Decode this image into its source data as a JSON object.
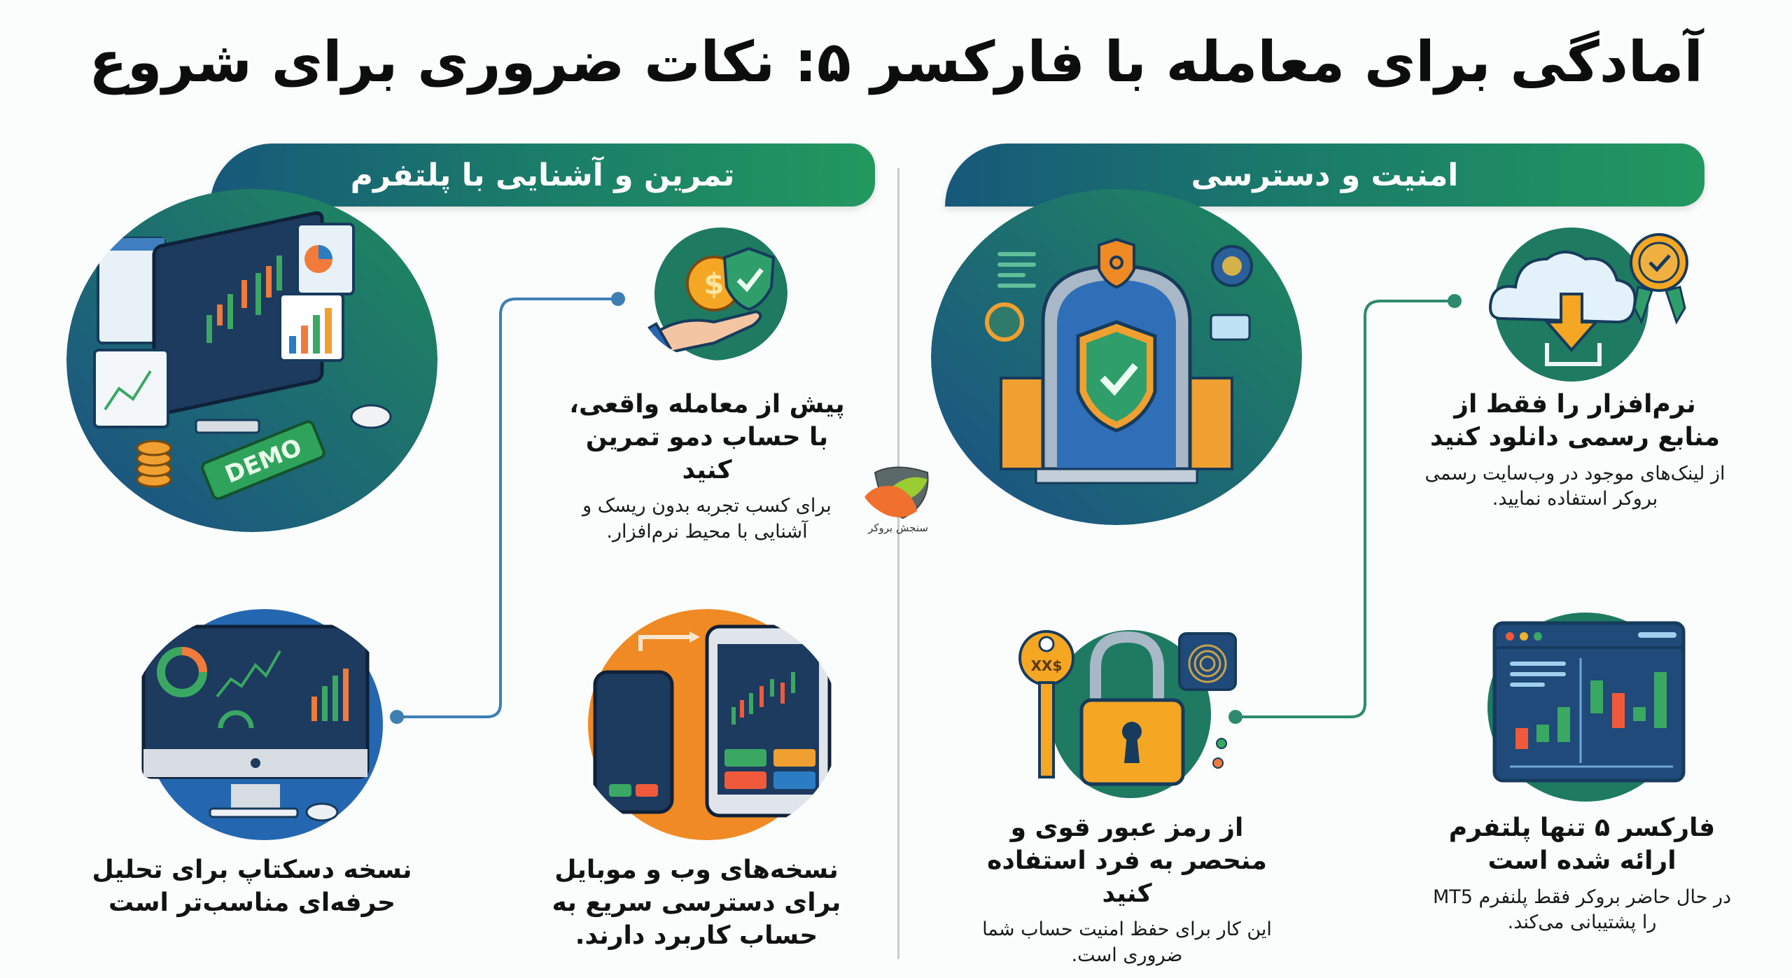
{
  "title": "آمادگی برای معامله با فارکسر ۵: نکات ضروری برای شروع",
  "sections": {
    "left": {
      "banner": "تمرین و آشنایی با پلتفرم",
      "items": [
        {
          "heading": "پیش از معامله واقعی، با حساب دمو تمرین کنید",
          "sub": "برای کسب تجربه بدون ریسک و آشنایی با محیط نرم‌افزار.",
          "icon": "hand-coin-shield-icon"
        },
        {
          "heading": "نسخه دسکتاپ برای تحلیل حرفه‌ای مناسب‌تر است",
          "sub": "",
          "icon": "desktop-dashboard-icon"
        },
        {
          "heading": "نسخه‌های وب و موبایل برای دسترسی سریع به حساب کاربرد دارند.",
          "sub": "",
          "icon": "phone-tablet-icon"
        }
      ],
      "hero_icon": "demo-trading-desktop-icon",
      "demo_label": "DEMO"
    },
    "right": {
      "banner": "امنیت و دسترسی",
      "items": [
        {
          "heading": "نرم‌افزار را فقط از منابع رسمی دانلود کنید",
          "sub": "از لینک‌های موجود در وب‌سایت رسمی بروکر استفاده نمایید.",
          "icon": "cloud-download-badge-icon"
        },
        {
          "heading": "از رمز عبور قوی و منحصر به فرد استفاده کنید",
          "sub": "این کار برای حفظ امنیت حساب شما ضروری است.",
          "icon": "key-padlock-fingerprint-icon"
        },
        {
          "heading": "فارکسر ۵ تنها پلتفرم ارائه شده است",
          "sub": "در حال حاضر بروکر فقط پلنفرم MT5 را پشتیبانی می‌کند.",
          "icon": "candlestick-window-icon"
        }
      ],
      "hero_icon": "secure-gate-shield-icon",
      "key_label": "$XX"
    }
  },
  "watermark": {
    "text": "سنجش بروکر",
    "icon": "bull-bear-logo-icon"
  },
  "colors": {
    "banner_start": "#17587a",
    "banner_end": "#22985f",
    "connector_left": "#3d7fb3",
    "connector_right": "#2e8a6c",
    "circle_green": "#1f8a5c",
    "circle_blue": "#1c5a8a",
    "circle_orange": "#f08a24",
    "divider": "#c5cbcf"
  }
}
